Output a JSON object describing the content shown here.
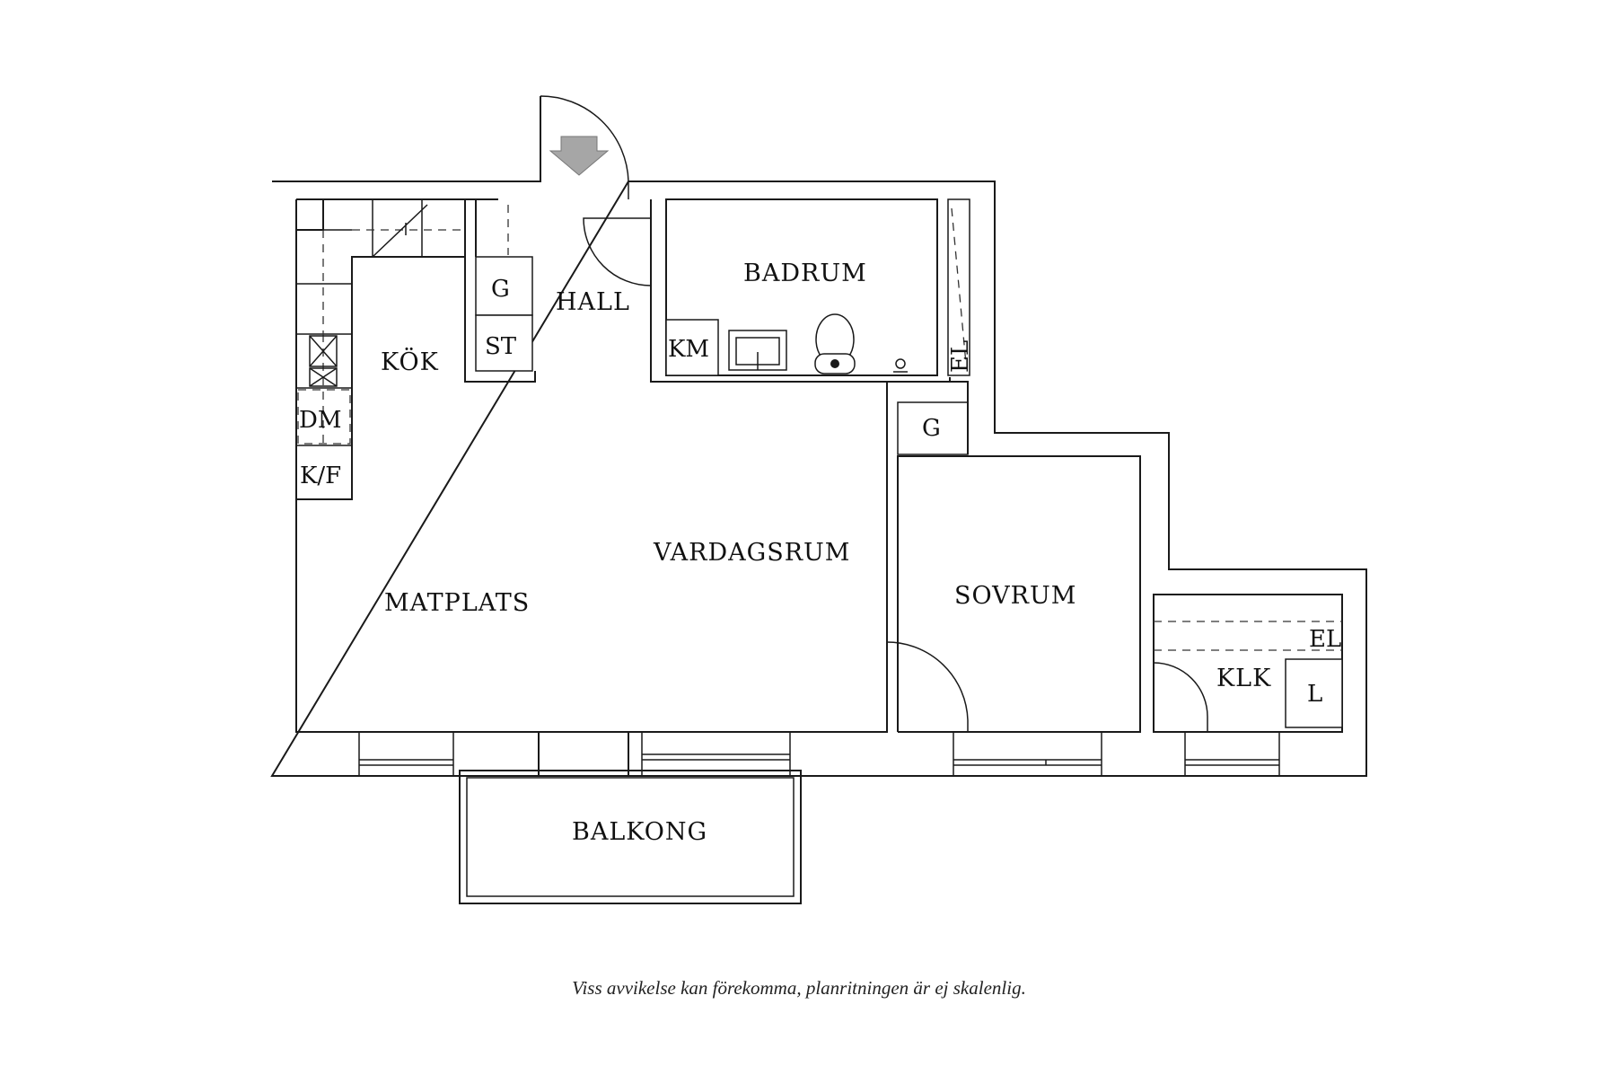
{
  "rooms": {
    "kok": "KÖK",
    "hall": "HALL",
    "badrum": "BADRUM",
    "vardagsrum": "VARDAGSRUM",
    "matplats": "MATPLATS",
    "sovrum": "SOVRUM",
    "klk": "KLK",
    "balkong": "BALKONG"
  },
  "fixtures": {
    "hall_g": "G",
    "hall_st": "ST",
    "km": "KM",
    "el_bath": "EL",
    "sovrum_g": "G",
    "dm": "DM",
    "kf": "K/F",
    "el_klk": "EL",
    "klk_l": "L"
  },
  "disclaimer": "Viss avvikelse kan förekomma, planritningen är ej skalenlig.",
  "icons": {
    "entrance": "down-arrow-icon"
  },
  "colors": {
    "line": "#1a1a1a",
    "arrow": "#a6a6a6"
  }
}
